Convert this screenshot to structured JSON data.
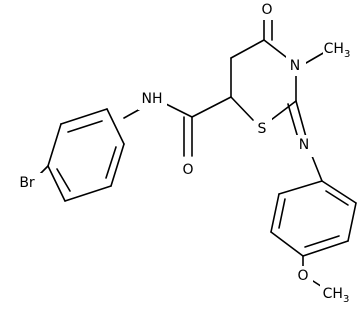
{
  "molecule": {
    "atoms": {
      "br": "Br",
      "nh": "NH",
      "o_amide": "O",
      "s": "S",
      "n_ring": "N",
      "methyl": "CH",
      "methyl_sub": "3",
      "o_ketone": "O",
      "n_imine": "N",
      "o_methoxy": "O",
      "methoxy_ch3": "CH",
      "methoxy_sub": "3"
    },
    "colors": {
      "bond": "#000000",
      "label": "#000000",
      "background": "#ffffff"
    }
  }
}
